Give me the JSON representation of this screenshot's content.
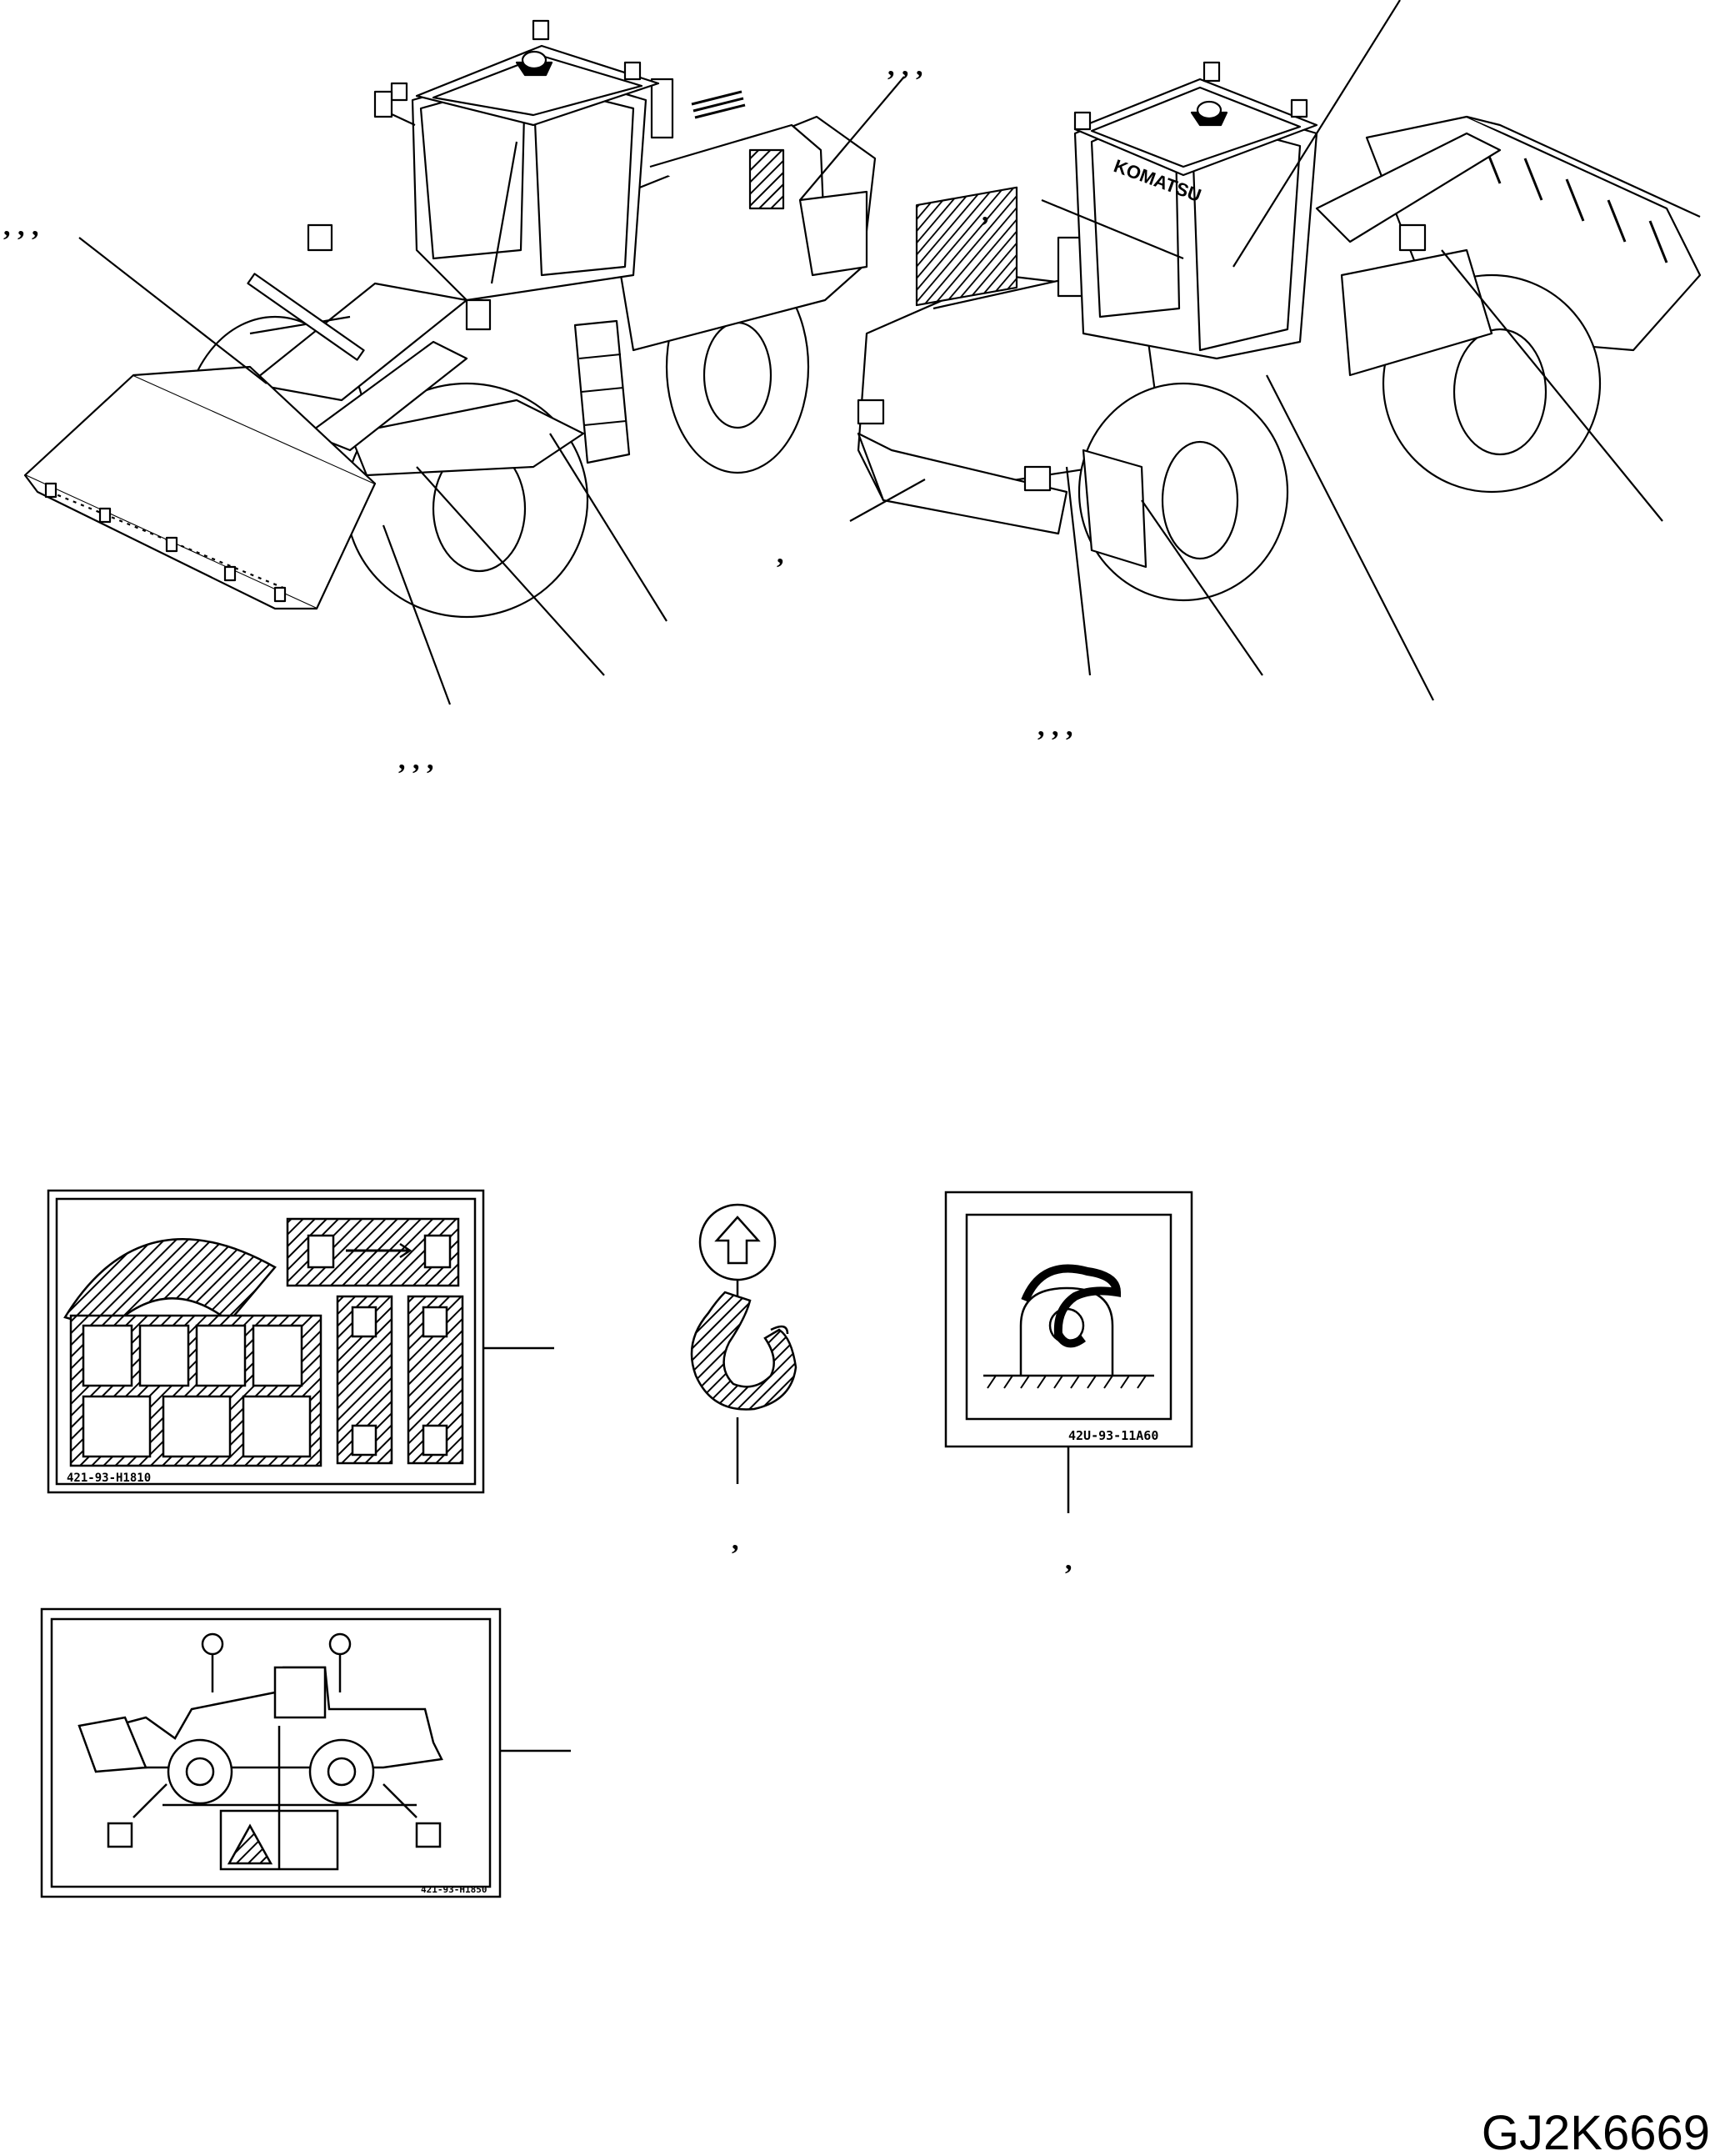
{
  "drawing_id": "GJ2K6669",
  "brand_text": "KOMATSU",
  "callout_comma": ",",
  "callout_triple_comma": ", , ,",
  "decals": [
    {
      "name": "lever-lock-decal",
      "part_no": "421-93-H1810"
    },
    {
      "name": "lift-hook-decal",
      "part_no": ""
    },
    {
      "name": "tie-down-decal",
      "part_no": "42U-93-11A60"
    },
    {
      "name": "lifting-points-decal",
      "part_no": "421-93-H1850"
    }
  ]
}
